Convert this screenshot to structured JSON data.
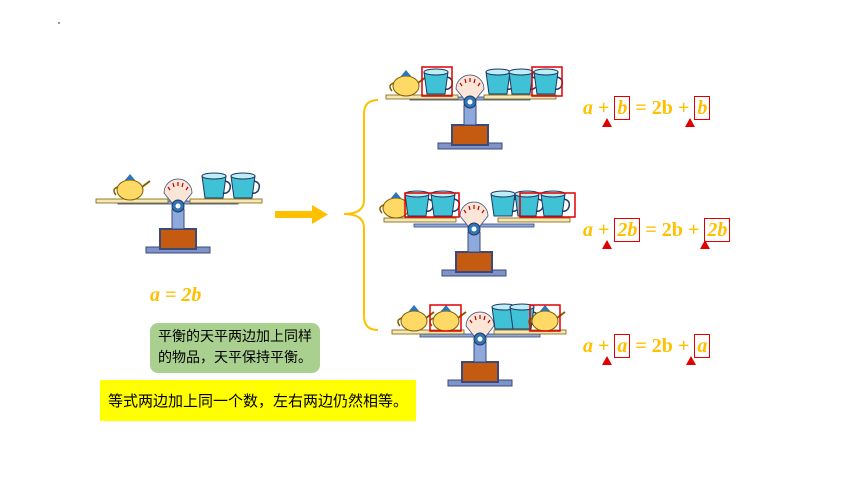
{
  "left": {
    "equation": "a = 2b"
  },
  "notes": {
    "green_line1": "平衡的天平两边加上同样",
    "green_line2": "的物品，天平保持平衡。",
    "yellow": "等式两边加上同一个数，左右两边仍然相等。"
  },
  "equations": [
    {
      "lhs_var": "a",
      "op1": "+",
      "box1": "b",
      "eq": "= 2b",
      "op2": "+",
      "box2": "b"
    },
    {
      "lhs_var": "a",
      "op1": "+",
      "box1": "2b",
      "eq": "= 2b",
      "op2": "+",
      "box2": "2b"
    },
    {
      "lhs_var": "a",
      "op1": "+",
      "box1": "a",
      "eq": "= 2b",
      "op2": "+",
      "box2": "a"
    }
  ],
  "colors": {
    "formula": "#ffc000",
    "box": "#e00000",
    "arrow": "#ffc000",
    "green_note": "#a9d08e",
    "yellow_note": "#ffff00"
  }
}
